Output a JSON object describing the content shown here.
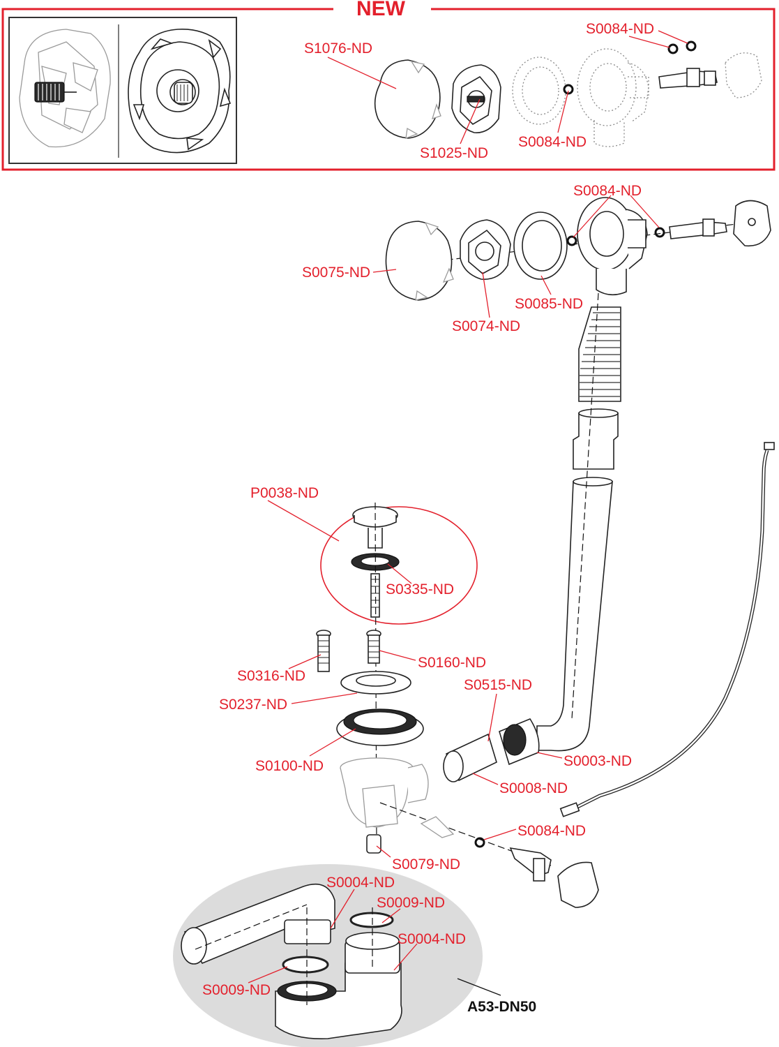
{
  "colors": {
    "accent": "#e3202c",
    "ink": "#111111",
    "siphon_bg": "#dcdcdc"
  },
  "new_box": {
    "title": "NEW"
  },
  "labels": {
    "s1076": "S1076-ND",
    "s1025": "S1025-ND",
    "s0084_top": "S0084-ND",
    "s0084_new_mid": "S0084-ND",
    "s0084_main": "S0084-ND",
    "s0075": "S0075-ND",
    "s0074": "S0074-ND",
    "s0085": "S0085-ND",
    "p0038": "P0038-ND",
    "s0335": "S0335-ND",
    "s0316": "S0316-ND",
    "s0160": "S0160-ND",
    "s0237": "S0237-ND",
    "s0515": "S0515-ND",
    "s0100": "S0100-ND",
    "s0003": "S0003-ND",
    "s0008": "S0008-ND",
    "s0084_lower": "S0084-ND",
    "s0079": "S0079-ND",
    "s0004_a": "S0004-ND",
    "s0009_a": "S0009-ND",
    "s0004_b": "S0004-ND",
    "s0009_b": "S0009-ND"
  },
  "model": "A53-DN50"
}
